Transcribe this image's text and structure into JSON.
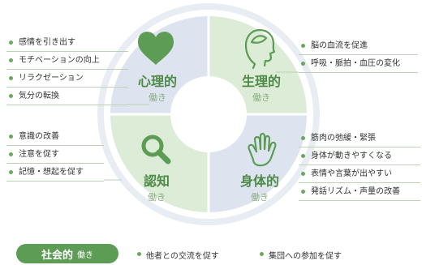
{
  "quadrants": {
    "psychological": {
      "title": "心理的",
      "sub": "働き",
      "color": "#dde4ef",
      "icon": "heart-icon"
    },
    "physiological": {
      "title": "生理的",
      "sub": "働き",
      "color": "#dcecd6",
      "icon": "head-profile-icon"
    },
    "cognitive": {
      "title": "認知",
      "sub": "働き",
      "color": "#dcecd6",
      "icon": "magnifier-icon"
    },
    "physical": {
      "title": "身体的",
      "sub": "働き",
      "color": "#dde4ef",
      "icon": "hand-icon"
    }
  },
  "lists": {
    "psychological": [
      "感情を引き出す",
      "モチベーションの向上",
      "リラクゼーション",
      "気分の転換"
    ],
    "physiological": [
      "脳の血流を促進",
      "呼吸・脈拍・血圧の変化"
    ],
    "cognitive": [
      "意識の改善",
      "注意を促す",
      "記憶・想起を促す"
    ],
    "physical": [
      "筋肉の弛緩・緊張",
      "身体が動きやすくなる",
      "表情や言葉が出やすい",
      "発話リズム・声量の改善"
    ]
  },
  "social": {
    "label": "社会的",
    "sub": "働き",
    "items": [
      "他者との交流を促す",
      "集団への参加を促す"
    ]
  },
  "colors": {
    "accent": "#5c9c55",
    "title_text": "#4e8a47",
    "sub_text": "#8cae85",
    "ring": "#e8edf3",
    "bullet": "#6aa85f",
    "divider": "#b8d2b2"
  }
}
